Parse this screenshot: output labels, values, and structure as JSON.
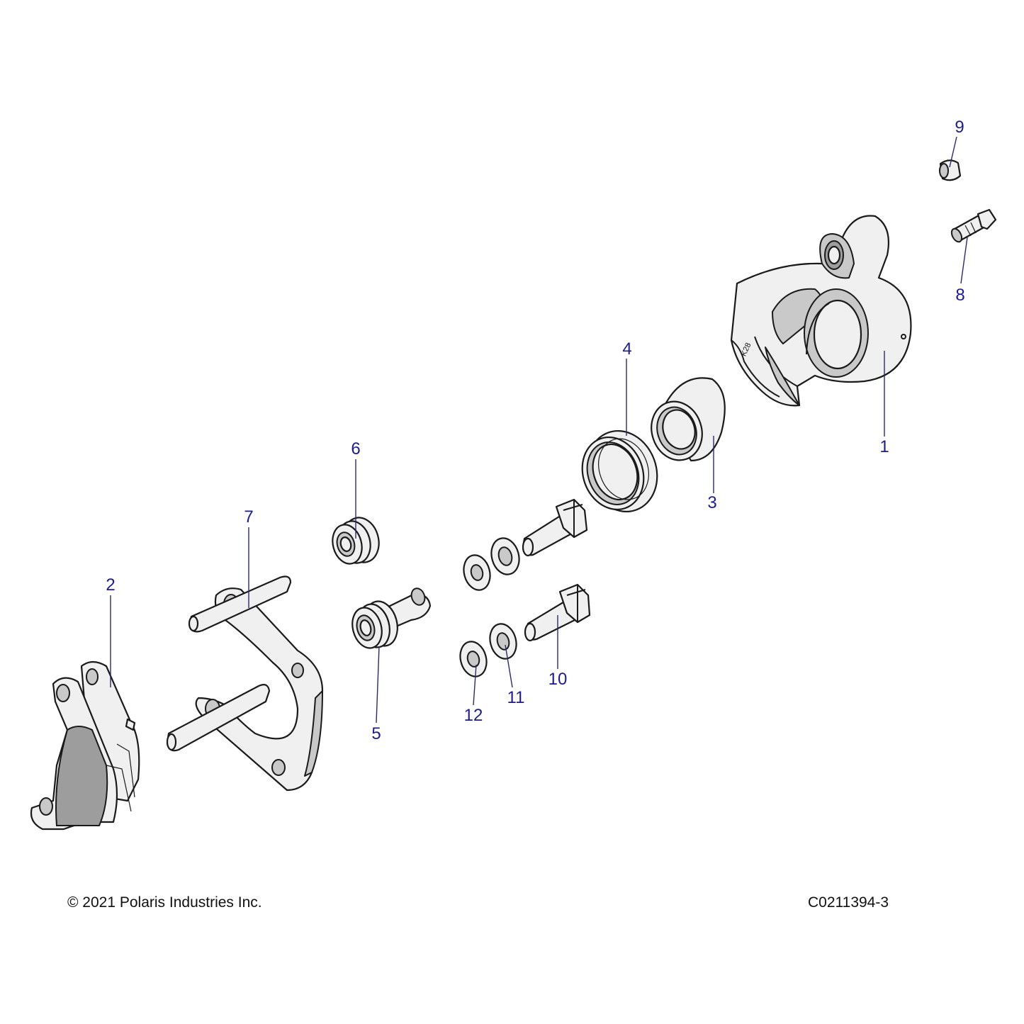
{
  "callouts": [
    {
      "id": "1",
      "label": "1"
    },
    {
      "id": "2",
      "label": "2"
    },
    {
      "id": "3",
      "label": "3"
    },
    {
      "id": "4",
      "label": "4"
    },
    {
      "id": "5",
      "label": "5"
    },
    {
      "id": "6",
      "label": "6"
    },
    {
      "id": "7",
      "label": "7"
    },
    {
      "id": "8",
      "label": "8"
    },
    {
      "id": "9",
      "label": "9"
    },
    {
      "id": "10",
      "label": "10"
    },
    {
      "id": "11",
      "label": "11"
    },
    {
      "id": "12",
      "label": "12"
    }
  ],
  "caliper_marking": "K28",
  "footer": {
    "copyright": "© 2021 Polaris Industries Inc.",
    "drawing_id": "C0211394-3"
  }
}
